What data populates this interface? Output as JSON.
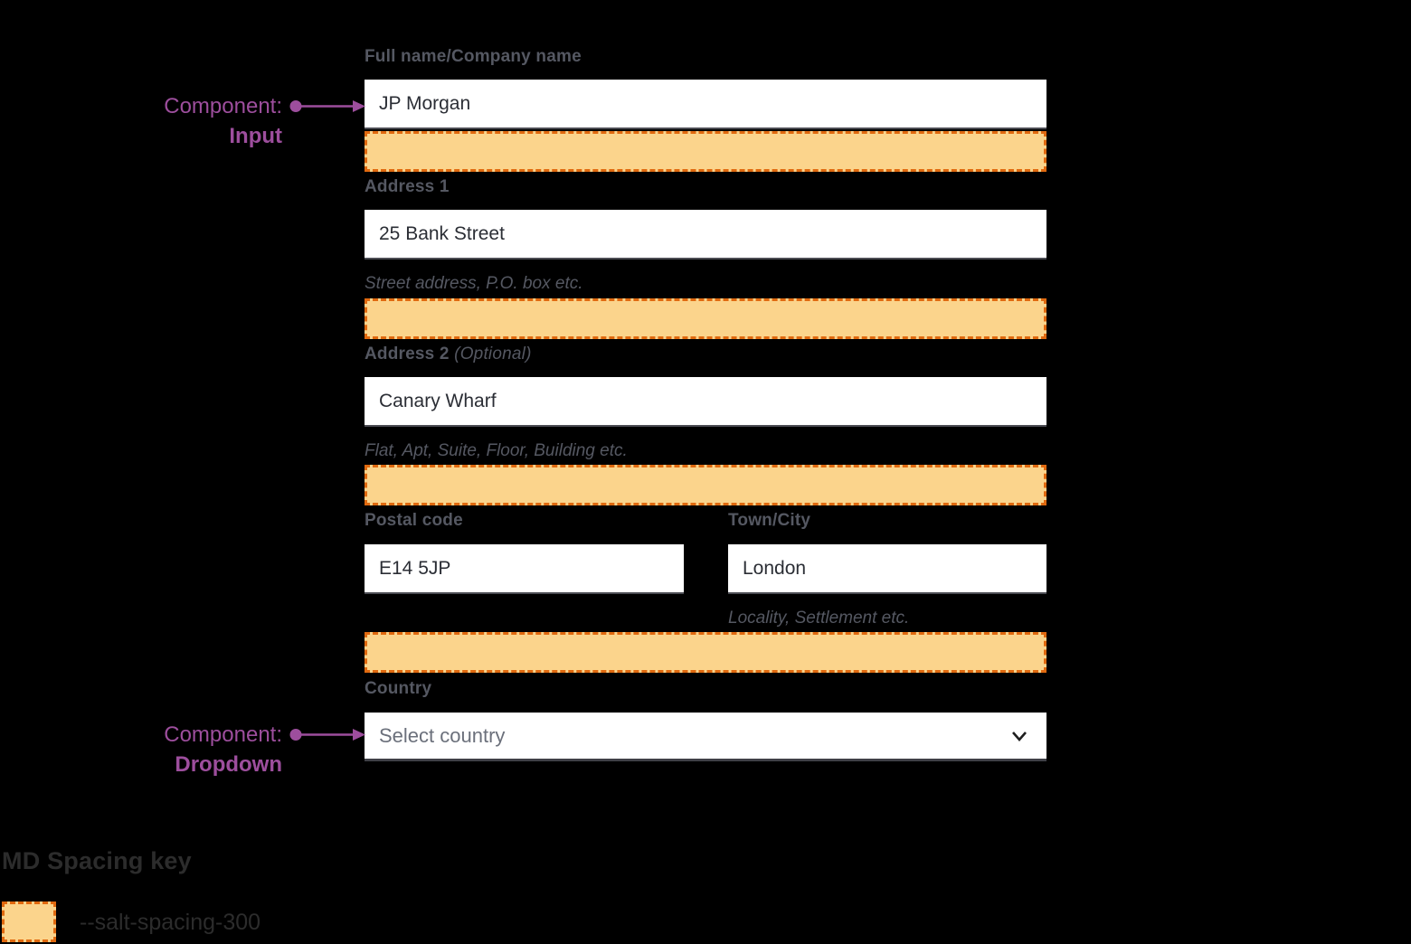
{
  "annotations": {
    "input": {
      "prefix": "Component:",
      "name": "Input"
    },
    "dropdown": {
      "prefix": "Component:",
      "name": "Dropdown"
    }
  },
  "form": {
    "full_name": {
      "label": "Full name/Company name",
      "value": "JP Morgan"
    },
    "address1": {
      "label": "Address 1",
      "value": "25 Bank Street",
      "helper": "Street address, P.O. box etc."
    },
    "address2": {
      "label": "Address 2",
      "optional": "(Optional)",
      "value": "Canary Wharf",
      "helper": "Flat, Apt, Suite, Floor, Building etc."
    },
    "postal_code": {
      "label": "Postal code",
      "value": "E14 5JP"
    },
    "town_city": {
      "label": "Town/City",
      "value": "London",
      "helper": "Locality, Settlement etc."
    },
    "country": {
      "label": "Country",
      "placeholder": "Select country",
      "icon": "chevron-down-icon"
    }
  },
  "spacing_key": {
    "title": "MD Spacing key",
    "token_label": "--salt-spacing-300"
  },
  "colors": {
    "background": "#000000",
    "spacing_fill": "#FBD48C",
    "spacing_border": "#E0690F",
    "annotation_purple": "#9D4E9D",
    "label_gray": "#555862",
    "input_text": "#2B2E35"
  }
}
